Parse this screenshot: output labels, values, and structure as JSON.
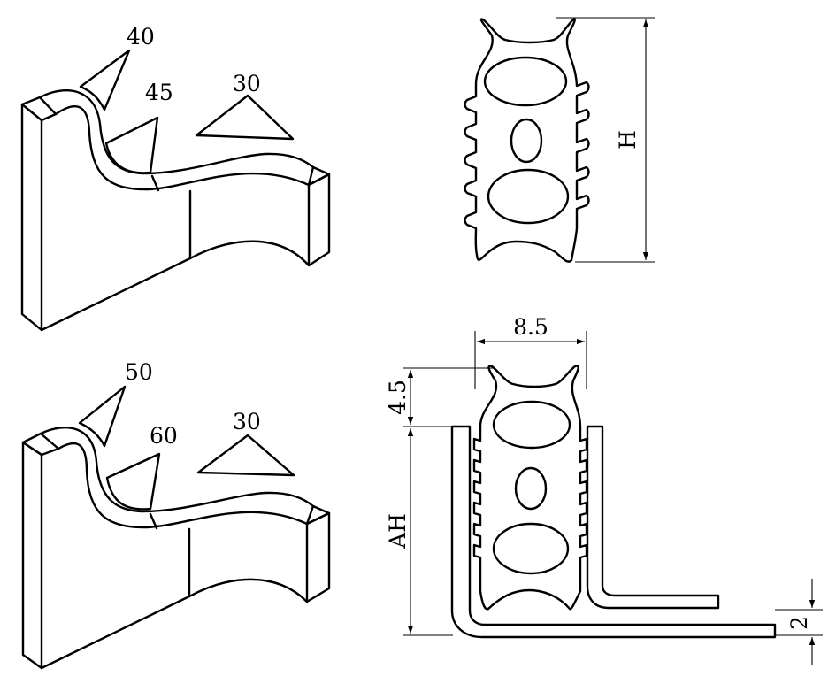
{
  "labels": {
    "tl_top_angle": "40",
    "tl_mid_angle": "45",
    "tl_right_angle": "30",
    "bl_top_angle": "50",
    "bl_mid_angle": "60",
    "bl_right_angle": "30",
    "height_dim": "H",
    "width_dim": "8.5",
    "offset_dim": "4.5",
    "ah_dim": "AH",
    "thickness_dim": "2"
  }
}
